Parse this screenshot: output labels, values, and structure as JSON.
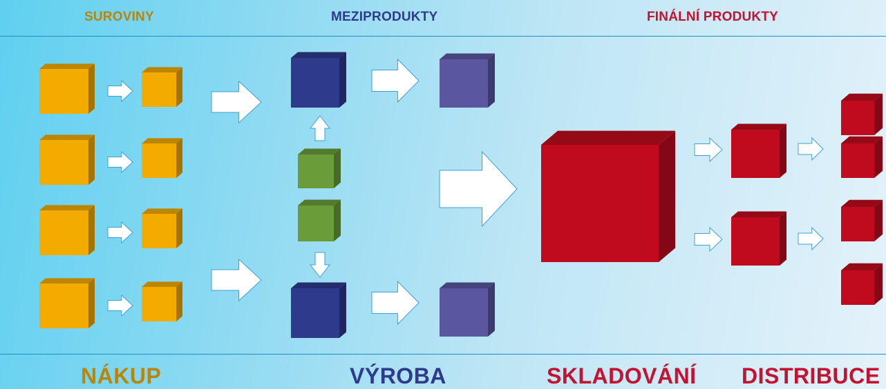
{
  "headers": {
    "suroviny": "SUROVINY",
    "meziprodukty": "MEZIPRODUKTY",
    "finalni": "FINÁLNÍ PRODUKTY"
  },
  "stages": {
    "nakup": "NÁKUP",
    "vyroba": "VÝROBA",
    "skladovani": "SKLADOVÁNÍ",
    "distribuce": "DISTRIBUCE"
  },
  "colors": {
    "raw": "#f4ab00",
    "raw_text": "#b8860b",
    "intermediate": "#2e3a8c",
    "intermediate_light": "#5a56a0",
    "component": "#6a9d3a",
    "final": "#c00b1e",
    "final_text": "#c41230",
    "arrow_stroke": "#3aa0d8",
    "divider": "#1a8fc0"
  },
  "icons": [
    "cube-icon",
    "arrow-right-icon",
    "arrow-up-icon",
    "arrow-down-icon"
  ]
}
